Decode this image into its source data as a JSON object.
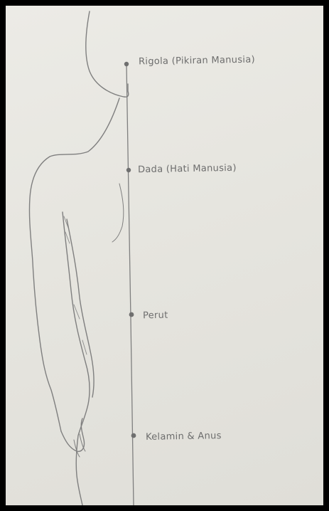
{
  "labels": {
    "head": "Rigola (Pikiran Manusia)",
    "chest": "Dada (Hati Manusia)",
    "belly": "Perut",
    "groin": "Kelamin & Anus"
  },
  "colors": {
    "frame": "#000000",
    "paper": "#e6e5df",
    "pencil": "#7a7a7a"
  }
}
